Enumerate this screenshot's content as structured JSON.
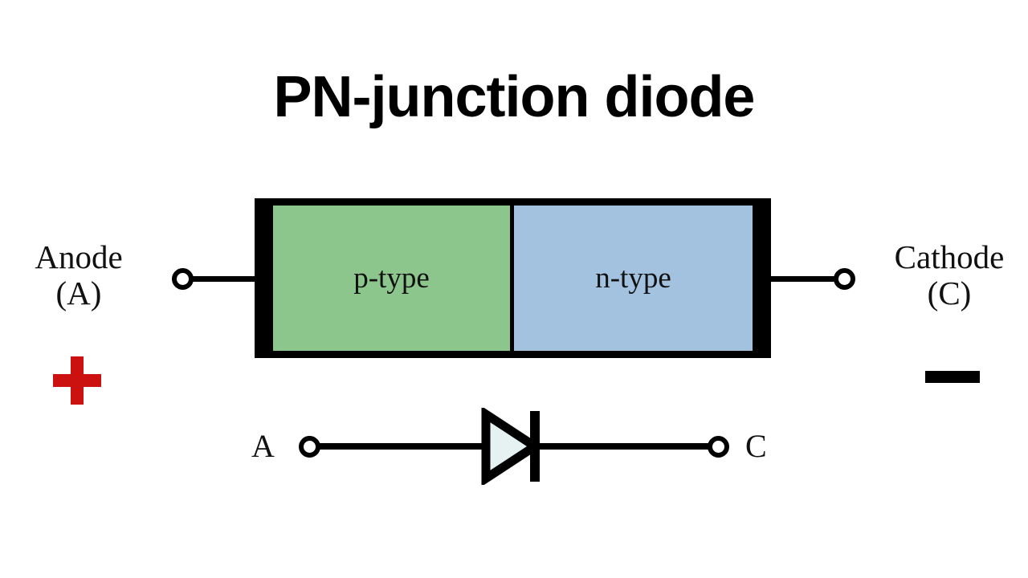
{
  "title": "PN-junction diode",
  "device": {
    "anode": {
      "name_line1": "Anode",
      "name_line2": "(A)",
      "polarity_symbol": "plus-sign",
      "polarity_color": "#CC1111"
    },
    "cathode": {
      "name_line1": "Cathode",
      "name_line2": "(C)",
      "polarity_symbol": "minus-sign",
      "polarity_color": "#000000"
    },
    "regions": [
      {
        "label": "p-type",
        "fill": "#8CC68C",
        "side": "left"
      },
      {
        "label": "n-type",
        "fill": "#A3C2DF",
        "side": "right"
      }
    ],
    "contact_color": "#000000",
    "outline_color": "#000000"
  },
  "schematic": {
    "anode_terminal_label": "A",
    "cathode_terminal_label": "C",
    "symbol": "diode-symbol",
    "triangle_fill": "#E6F2F2",
    "stroke_color": "#000000"
  }
}
